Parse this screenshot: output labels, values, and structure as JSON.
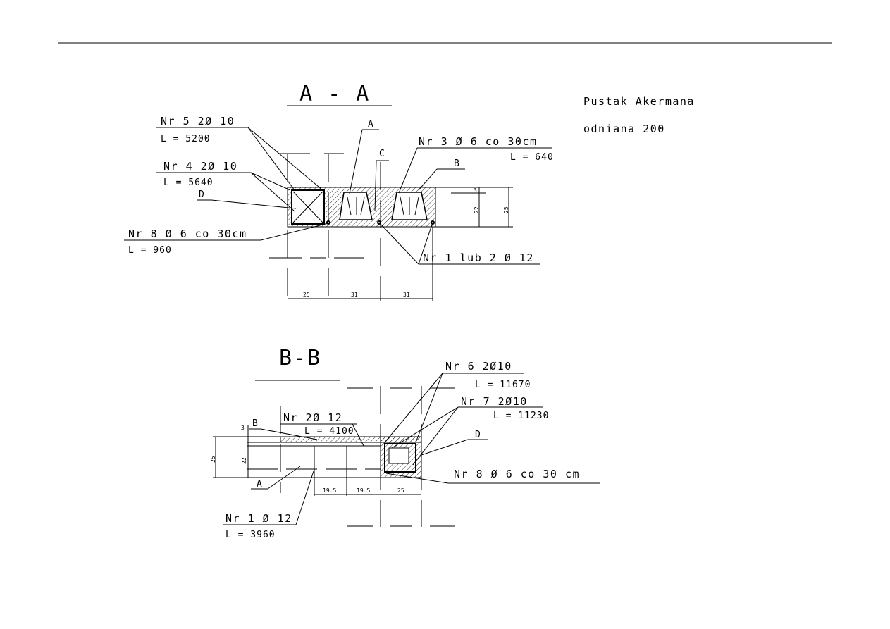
{
  "sheet": {
    "note_block": "Pustak Akermana",
    "note_scale": "odniana 200"
  },
  "section_aa": {
    "title": "A - A",
    "labels": {
      "nr5": "Nr 5  2Ø 10",
      "nr5_len": "L = 5200",
      "nr4": "Nr 4  2Ø 10",
      "nr4_len": "L = 5640",
      "d": "D",
      "a": "A",
      "c": "C",
      "b": "B",
      "nr3": "Nr 3  Ø 6 co 30cm",
      "nr3_len": "L = 640",
      "nr8": "Nr 8  Ø 6 co 30cm",
      "nr8_len": "L = 960",
      "nr1": "Nr 1 lub 2  Ø 12"
    },
    "dims": {
      "height_total": "25",
      "height_inner": "22",
      "top": "3",
      "w1": "25",
      "w2": "31",
      "w3": "31"
    }
  },
  "section_bb": {
    "title": "B-B",
    "labels": {
      "nr6": "Nr 6 2Ø10",
      "nr6_len": "L = 11670",
      "nr7": "Nr 7  2Ø10",
      "nr7_len": "L = 11230",
      "nr2": "Nr 2Ø 12",
      "nr2_len": "L = 4100",
      "b": "B",
      "a": "A",
      "d": "D",
      "nr8": "Nr 8  Ø 6 co 30 cm",
      "nr1": "Nr 1  Ø 12",
      "nr1_len": "L = 3960"
    },
    "dims": {
      "top": "3",
      "height_total": "25",
      "height_inner": "22",
      "w1": "19.5",
      "w2": "19.5",
      "w3": "25"
    }
  }
}
